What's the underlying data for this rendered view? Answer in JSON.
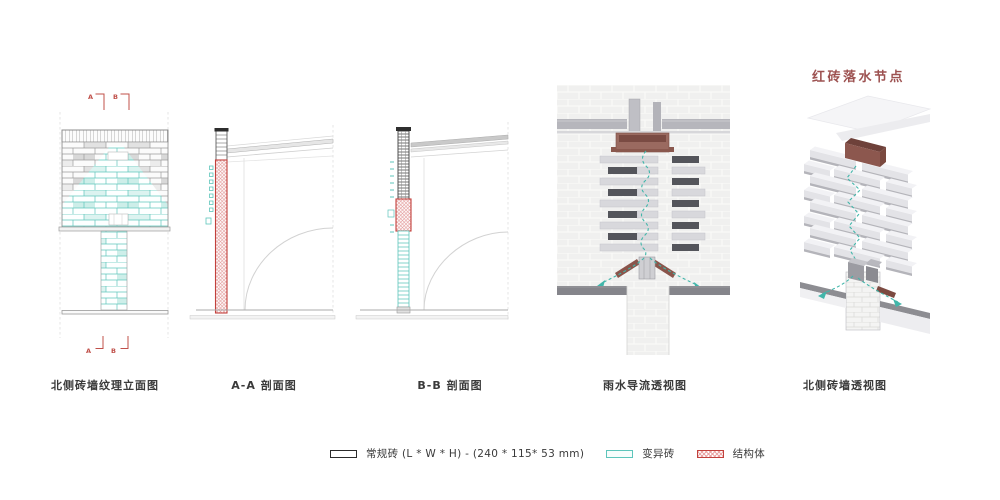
{
  "panels": [
    {
      "name": "north-wall-elevation",
      "label": "北侧砖墙纹理立面图",
      "section_markers": {
        "a": "A",
        "b": "B"
      }
    },
    {
      "name": "section-aa",
      "label": "A-A 剖面图"
    },
    {
      "name": "section-bb",
      "label": "B-B 剖面图"
    },
    {
      "name": "rainwater-perspective",
      "label": "雨水导流透视图"
    },
    {
      "name": "north-wall-perspective",
      "label": "北侧砖墙透视图",
      "title": "红砖落水节点"
    }
  ],
  "legend": {
    "regular": {
      "label": "常规砖  (L * W * H) - (240 * 115* 53 mm)"
    },
    "variant": {
      "label": "变异砖"
    },
    "structure": {
      "label": "结构体"
    }
  },
  "colors": {
    "variant_teal": "#5ec5bb",
    "structure_red": "#c2413c",
    "marker_red": "#c0504a",
    "title_red": "#9d5251",
    "brick_brown": "#96685e",
    "dark_brick": "#54555b",
    "light_brick": "#d8d8dc"
  }
}
